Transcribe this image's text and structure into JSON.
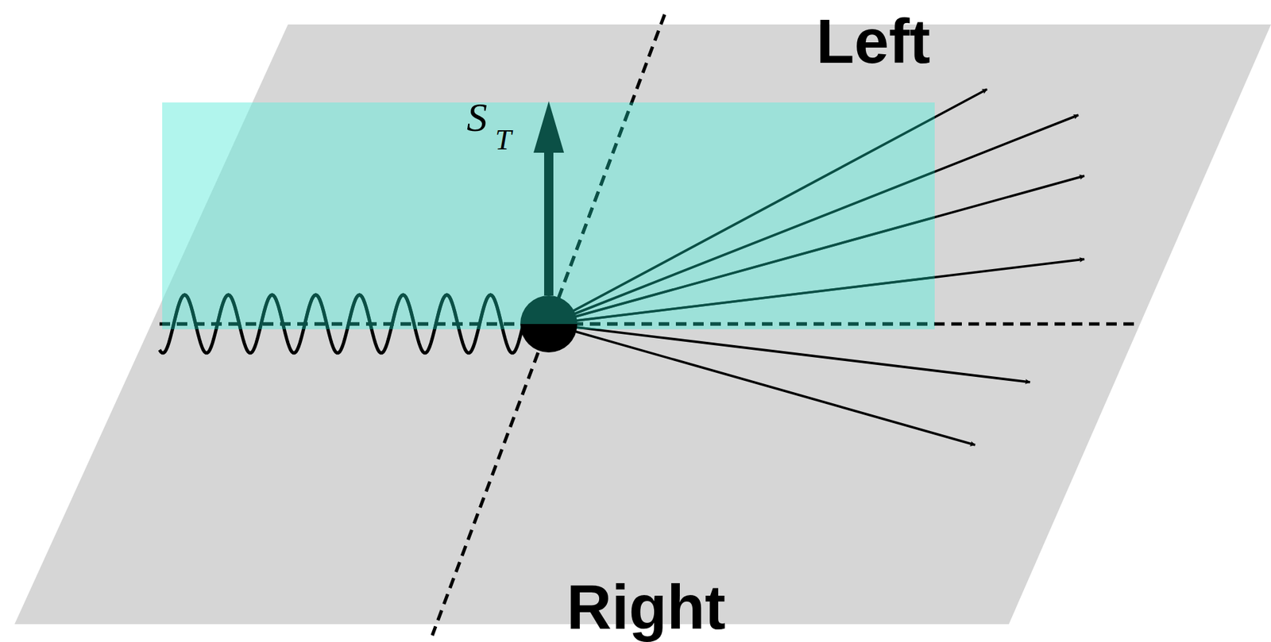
{
  "diagram": {
    "labels": [
      "Left",
      "S",
      "T",
      "Right"
    ]
  }
}
